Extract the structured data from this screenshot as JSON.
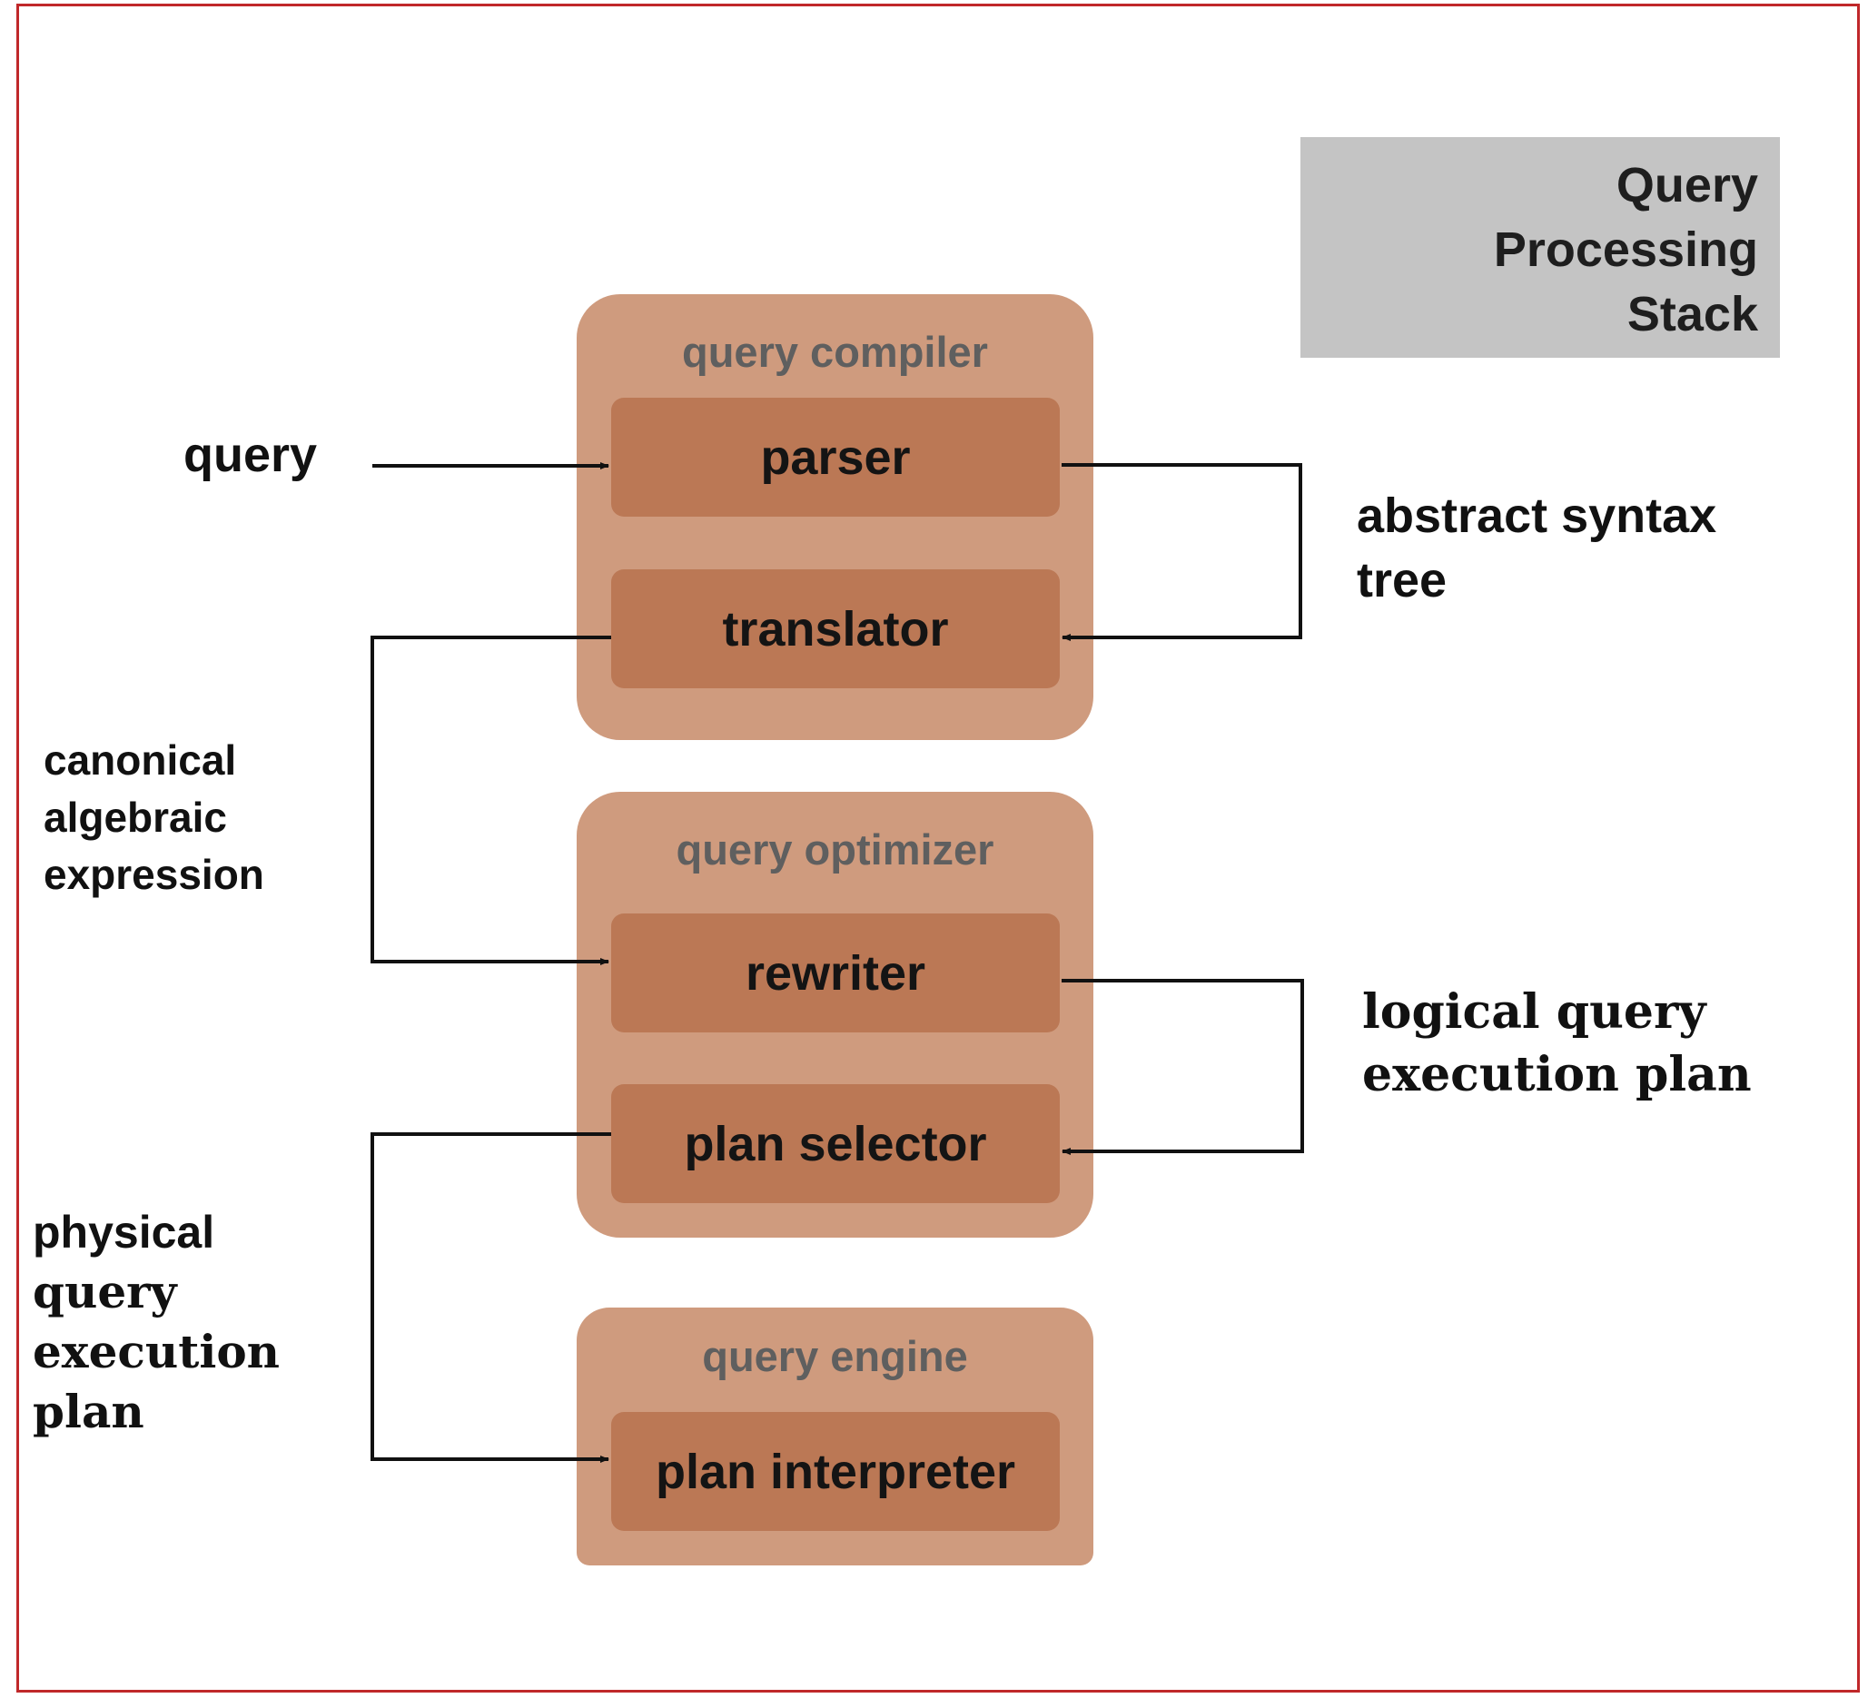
{
  "title": [
    "Query",
    "Processing",
    "Stack"
  ],
  "groups": [
    {
      "label": "query compiler",
      "modules": [
        "parser",
        "translator"
      ]
    },
    {
      "label": "query optimizer",
      "modules": [
        "rewriter",
        "plan selector"
      ]
    },
    {
      "label": "query engine",
      "modules": [
        "plan interpreter"
      ]
    }
  ],
  "labels": {
    "query": "query",
    "abstract_syntax_tree": [
      "abstract syntax",
      "tree"
    ],
    "canonical_algebraic_expression": [
      "canonical",
      "algebraic",
      "expression"
    ],
    "logical_query_execution_plan": [
      "logical query",
      "execution plan"
    ],
    "physical_query_execution_plan": [
      "physical",
      "query",
      "execution",
      "plan"
    ]
  },
  "colors": {
    "frame": "#c0282a",
    "group": "#cf9b7e",
    "module": "#bb7855",
    "title_box": "#c4c4c4",
    "arrow": "#111111"
  }
}
